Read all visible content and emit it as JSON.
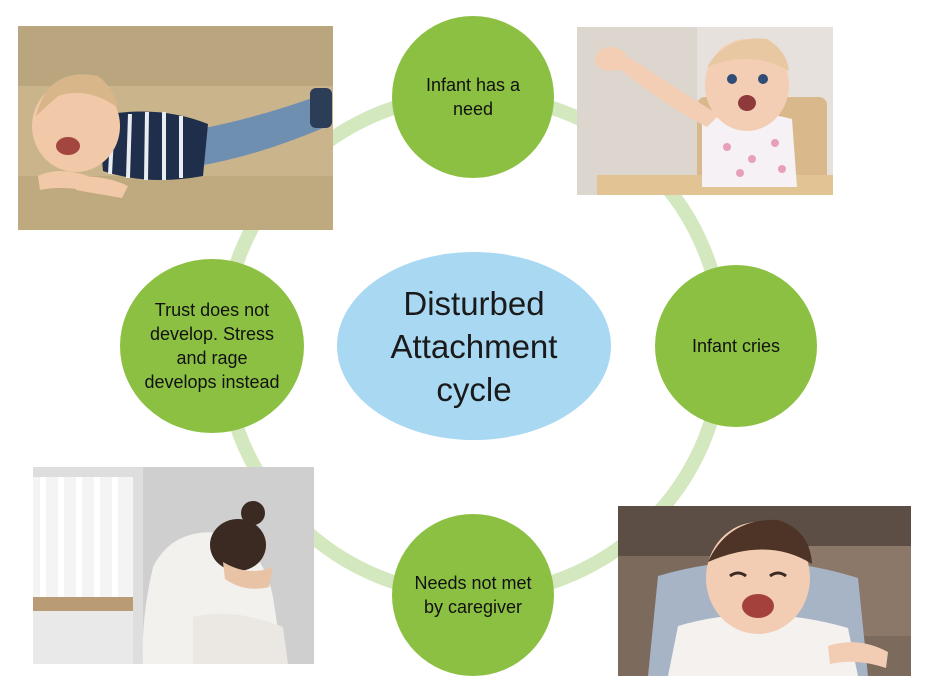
{
  "diagram": {
    "center_label": "Disturbed Attachment cycle",
    "nodes": [
      {
        "id": "need",
        "label": "Infant has a need"
      },
      {
        "id": "cries",
        "label": "Infant cries"
      },
      {
        "id": "unmet",
        "label": "Needs not met by caregiver"
      },
      {
        "id": "trust",
        "label": "Trust does not develop. Stress and rage develops instead"
      }
    ],
    "photos": [
      {
        "id": "toddler-tantrum",
        "icon": "crying-toddler-on-ground-photo"
      },
      {
        "id": "baby-highchair-reaching",
        "icon": "baby-in-highchair-reaching-photo"
      },
      {
        "id": "baby-crying-seat",
        "icon": "crying-baby-in-seat-photo"
      },
      {
        "id": "mother-distressed",
        "icon": "distressed-mother-by-crib-photo"
      }
    ],
    "colors": {
      "node_fill": "#8cc043",
      "center_fill": "#a8d8f2",
      "ring": "#d3e8bf"
    }
  }
}
